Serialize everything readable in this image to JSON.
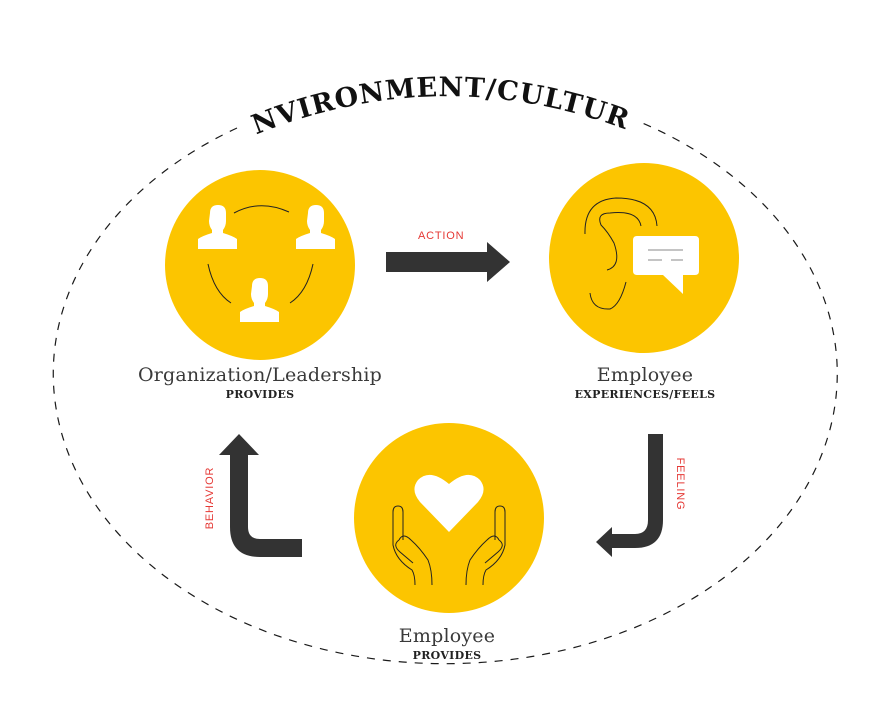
{
  "title": "ENVIRONMENT/CULTURE",
  "colors": {
    "circle": "#fcc500",
    "arrow": "#333333",
    "accent_text": "#e53935",
    "icon_white": "#ffffff",
    "outline": "#1a1a1a"
  },
  "nodes": [
    {
      "id": "org",
      "title": "Organization/Leadership",
      "subtitle": "PROVIDES",
      "icon": "people-network-icon"
    },
    {
      "id": "exp",
      "title": "Employee",
      "subtitle": "EXPERIENCES/FEELS",
      "icon": "ear-speech-icon"
    },
    {
      "id": "emp",
      "title": "Employee",
      "subtitle": "PROVIDES",
      "icon": "heart-hands-icon"
    }
  ],
  "arrows": [
    {
      "label": "ACTION",
      "icon": "arrow-right-icon"
    },
    {
      "label": "FEELING",
      "icon": "arrow-down-left-icon"
    },
    {
      "label": "BEHAVIOR",
      "icon": "arrow-right-up-icon"
    }
  ]
}
